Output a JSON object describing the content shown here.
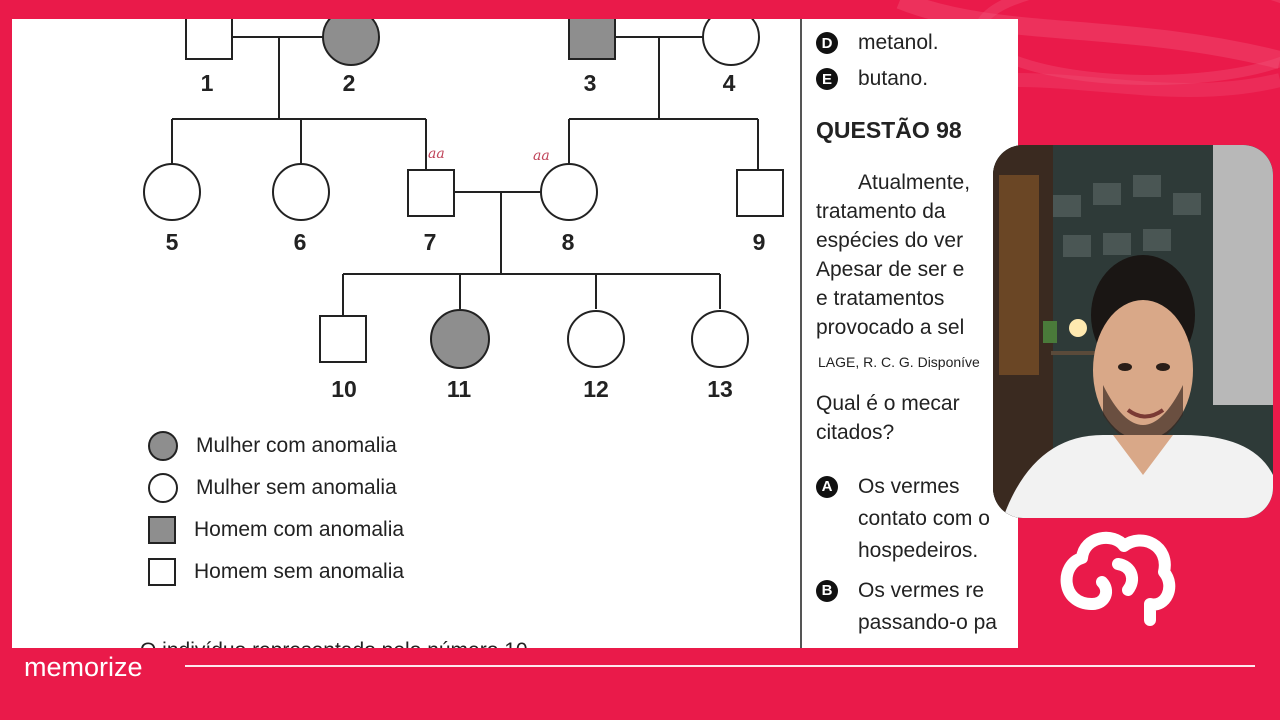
{
  "pedigree": {
    "numbers": [
      "1",
      "2",
      "3",
      "4",
      "5",
      "6",
      "7",
      "8",
      "9",
      "10",
      "11",
      "12",
      "13"
    ],
    "annotations": [
      "aa",
      "aa"
    ]
  },
  "legend": [
    {
      "label": "Mulher com anomalia"
    },
    {
      "label": "Mulher sem anomalia"
    },
    {
      "label": "Homem com anomalia"
    },
    {
      "label": "Homem sem anomalia"
    }
  ],
  "cutoff_text": "O indivíduo representado pelo número 10 ...",
  "right_column": {
    "options_top": [
      {
        "letter": "D",
        "text": "metanol."
      },
      {
        "letter": "E",
        "text": "butano."
      }
    ],
    "question_title": "QUESTÃO 98",
    "paragraph": [
      "Atualmente,",
      "tratamento da",
      "espécies do ver",
      "Apesar de ser e",
      "e  tratamentos",
      "provocado a sel"
    ],
    "source": "LAGE, R. C. G. Disponíve",
    "prompt": [
      "Qual é o mecar",
      "citados?"
    ],
    "options_bottom": [
      {
        "letter": "A",
        "lines": [
          "Os  vermes",
          "contato com o",
          "hospedeiros."
        ]
      },
      {
        "letter": "B",
        "lines": [
          "Os  vermes  re",
          "passando-o pa"
        ]
      }
    ]
  },
  "footer": {
    "brand": "memorize"
  },
  "colors": {
    "brand": "#ea1a4a",
    "affected": "#8e8e8e",
    "annotation": "#c0455a"
  }
}
